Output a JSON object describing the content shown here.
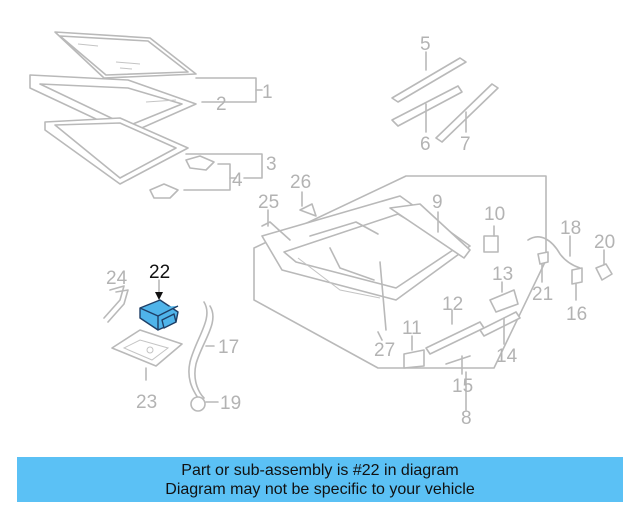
{
  "diagram": {
    "highlighted_part": "22",
    "labels": [
      "1",
      "2",
      "3",
      "4",
      "5",
      "6",
      "7",
      "8",
      "9",
      "10",
      "11",
      "12",
      "13",
      "14",
      "15",
      "16",
      "17",
      "18",
      "19",
      "20",
      "21",
      "22",
      "23",
      "24",
      "25",
      "26",
      "27"
    ],
    "colors": {
      "highlight": "#4fb4ea",
      "lines": "#b9b9b9",
      "banner": "#5bc1f5"
    }
  },
  "banner": {
    "line1": "Part or sub-assembly is #22 in diagram",
    "line2": "Diagram may not be specific to your vehicle"
  }
}
